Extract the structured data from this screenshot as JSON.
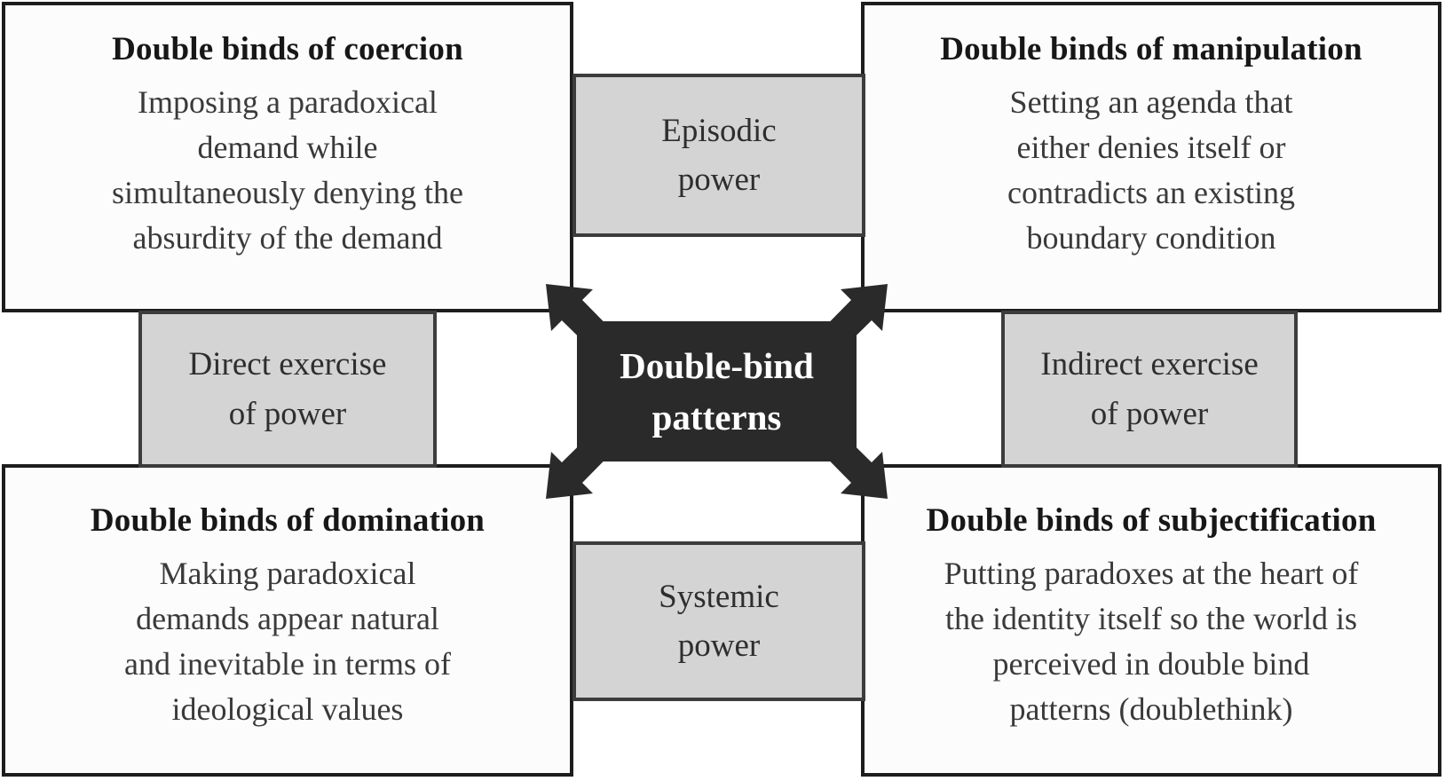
{
  "diagram": {
    "center": {
      "label": "Double-bind\npatterns"
    },
    "power_modes": {
      "top": "Episodic\npower",
      "bottom": "Systemic\npower",
      "left": "Direct exercise\nof power",
      "right": "Indirect exercise\nof power"
    },
    "quadrants": [
      {
        "id": "coercion",
        "title": "Double binds of coercion",
        "body": "Imposing a paradoxical\ndemand while\nsimultaneously denying the\nabsurdity of the demand"
      },
      {
        "id": "manipulation",
        "title": "Double binds of manipulation",
        "body": "Setting an agenda that\neither denies itself or\ncontradicts an existing\nboundary condition"
      },
      {
        "id": "domination",
        "title": "Double binds of domination",
        "body": "Making paradoxical\ndemands appear natural\nand inevitable in terms of\nideological values"
      },
      {
        "id": "subjectification",
        "title": "Double binds of subjectification",
        "body": "Putting paradoxes at the heart of\nthe identity itself so the world is\nperceived in double bind\npatterns (doublethink)"
      }
    ],
    "colors": {
      "quadrant_border": "#1d1d1d",
      "quadrant_fill": "#fcfcfc",
      "power_fill": "#d4d4d4",
      "power_border": "#3c3c3c",
      "hub_fill": "#2a2a2a",
      "hub_text": "#ffffff"
    }
  }
}
